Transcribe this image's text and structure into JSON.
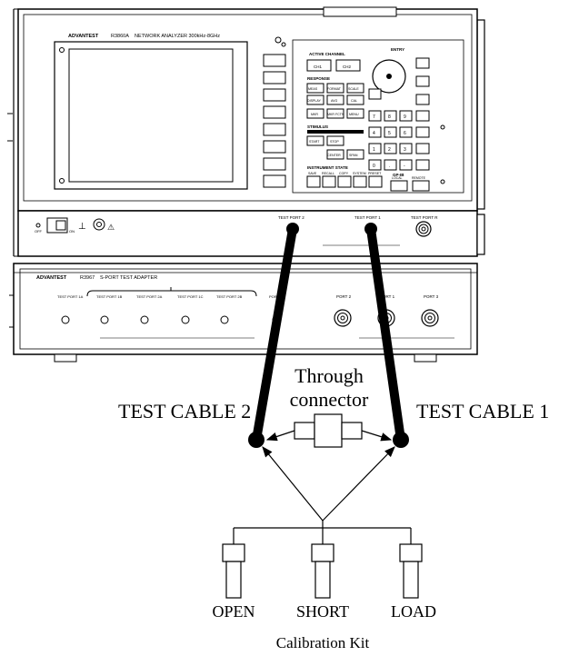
{
  "analyzer": {
    "brand": "ADVANTEST",
    "model": "R3860A",
    "title": "NETWORK ANALYZER 300kHz-8GHz",
    "section_active_channel": "ACTIVE CHANNEL",
    "section_entry": "ENTRY",
    "section_response": "RESPONSE",
    "section_stimulus": "STIMULUS",
    "section_instrument_state": "INSTRUMENT STATE",
    "section_gpib": "GP-IB",
    "key_ch1": "CH1",
    "key_ch2": "CH2",
    "key_meas": "MEAS",
    "key_format": "FORMAT",
    "key_scale": "SCALE",
    "key_display": "DISPLAY",
    "key_avg": "AVG",
    "key_cal": "CAL",
    "key_mkr": "MKR",
    "key_mkr_fctn": "MKR FCTN",
    "key_menu": "MENU",
    "key_start": "START",
    "key_stop": "STOP",
    "key_center": "CENTER",
    "key_span": "SPAN",
    "key_save": "SAVE",
    "key_recall": "RECALL",
    "key_copy": "COPY",
    "key_system": "SYSTEM",
    "key_preset": "PRESET",
    "key_local": "LOCAL",
    "key_remote": "REMOTE",
    "keypad": [
      "7",
      "8",
      "9",
      "4",
      "5",
      "6",
      "1",
      "2",
      "3",
      "0",
      ".",
      "-"
    ],
    "port_test2": "TEST PORT 2",
    "port_test1": "TEST PORT 1",
    "port_test_r": "TEST PORT R",
    "off_label": "OFF",
    "on_label": "ON"
  },
  "adapter": {
    "brand": "ADVANTEST",
    "model": "R3967",
    "title": "S-PORT TEST ADAPTER",
    "ports_left": [
      "TEST PORT 1A",
      "TEST PORT 1B",
      "TEST PORT 2A",
      "TEST PORT 1C",
      "TEST PORT 2B",
      "PORT 3"
    ],
    "ports_right": [
      "PORT 2",
      "PORT 1",
      "PORT 3"
    ]
  },
  "labels": {
    "through_line1": "Through",
    "through_line2": "connector",
    "cable2": "TEST CABLE 2",
    "cable1": "TEST CABLE 1",
    "open": "OPEN",
    "short": "SHORT",
    "load": "LOAD",
    "kit": "Calibration Kit"
  }
}
